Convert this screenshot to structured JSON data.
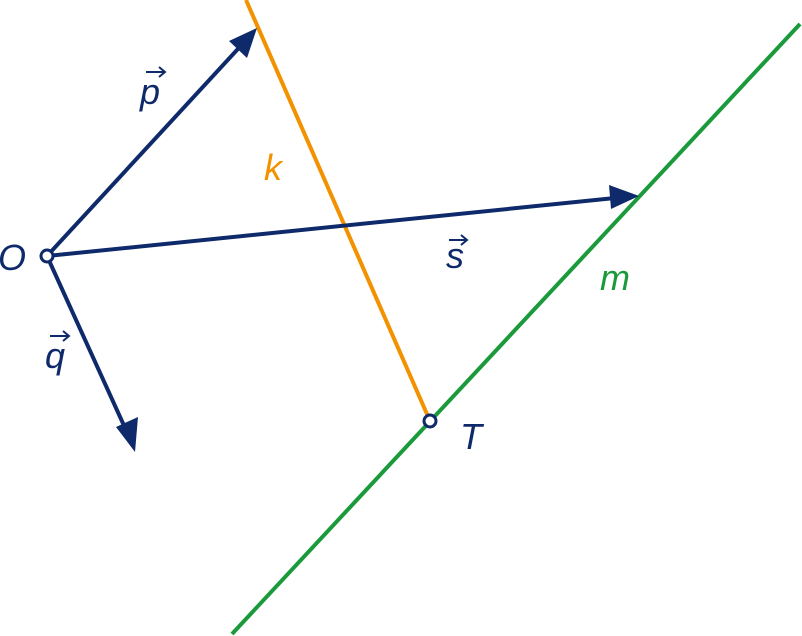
{
  "colors": {
    "vector": "#0f2a6b",
    "line_k": "#f39200",
    "line_m": "#1a9a3a",
    "background": "#ffffff"
  },
  "labels": {
    "origin": "O",
    "vector_p": "p",
    "vector_q": "q",
    "vector_s": "s",
    "line_k": "k",
    "line_m": "m",
    "point_T": "T"
  }
}
